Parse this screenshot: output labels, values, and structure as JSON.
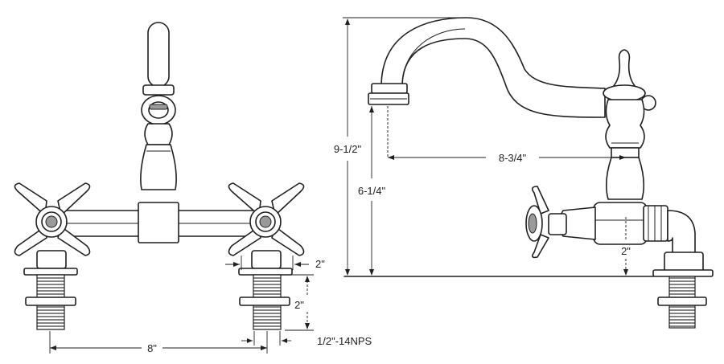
{
  "dimensions": {
    "spread": "8\"",
    "flange_gap": "2\"",
    "shank_length": "2\"",
    "thread": "1/2\"-14NPS",
    "overall_height": "9-1/2\"",
    "spout_height": "6-1/4\"",
    "spout_reach": "8-3/4\"",
    "wall_offset": "2\""
  }
}
